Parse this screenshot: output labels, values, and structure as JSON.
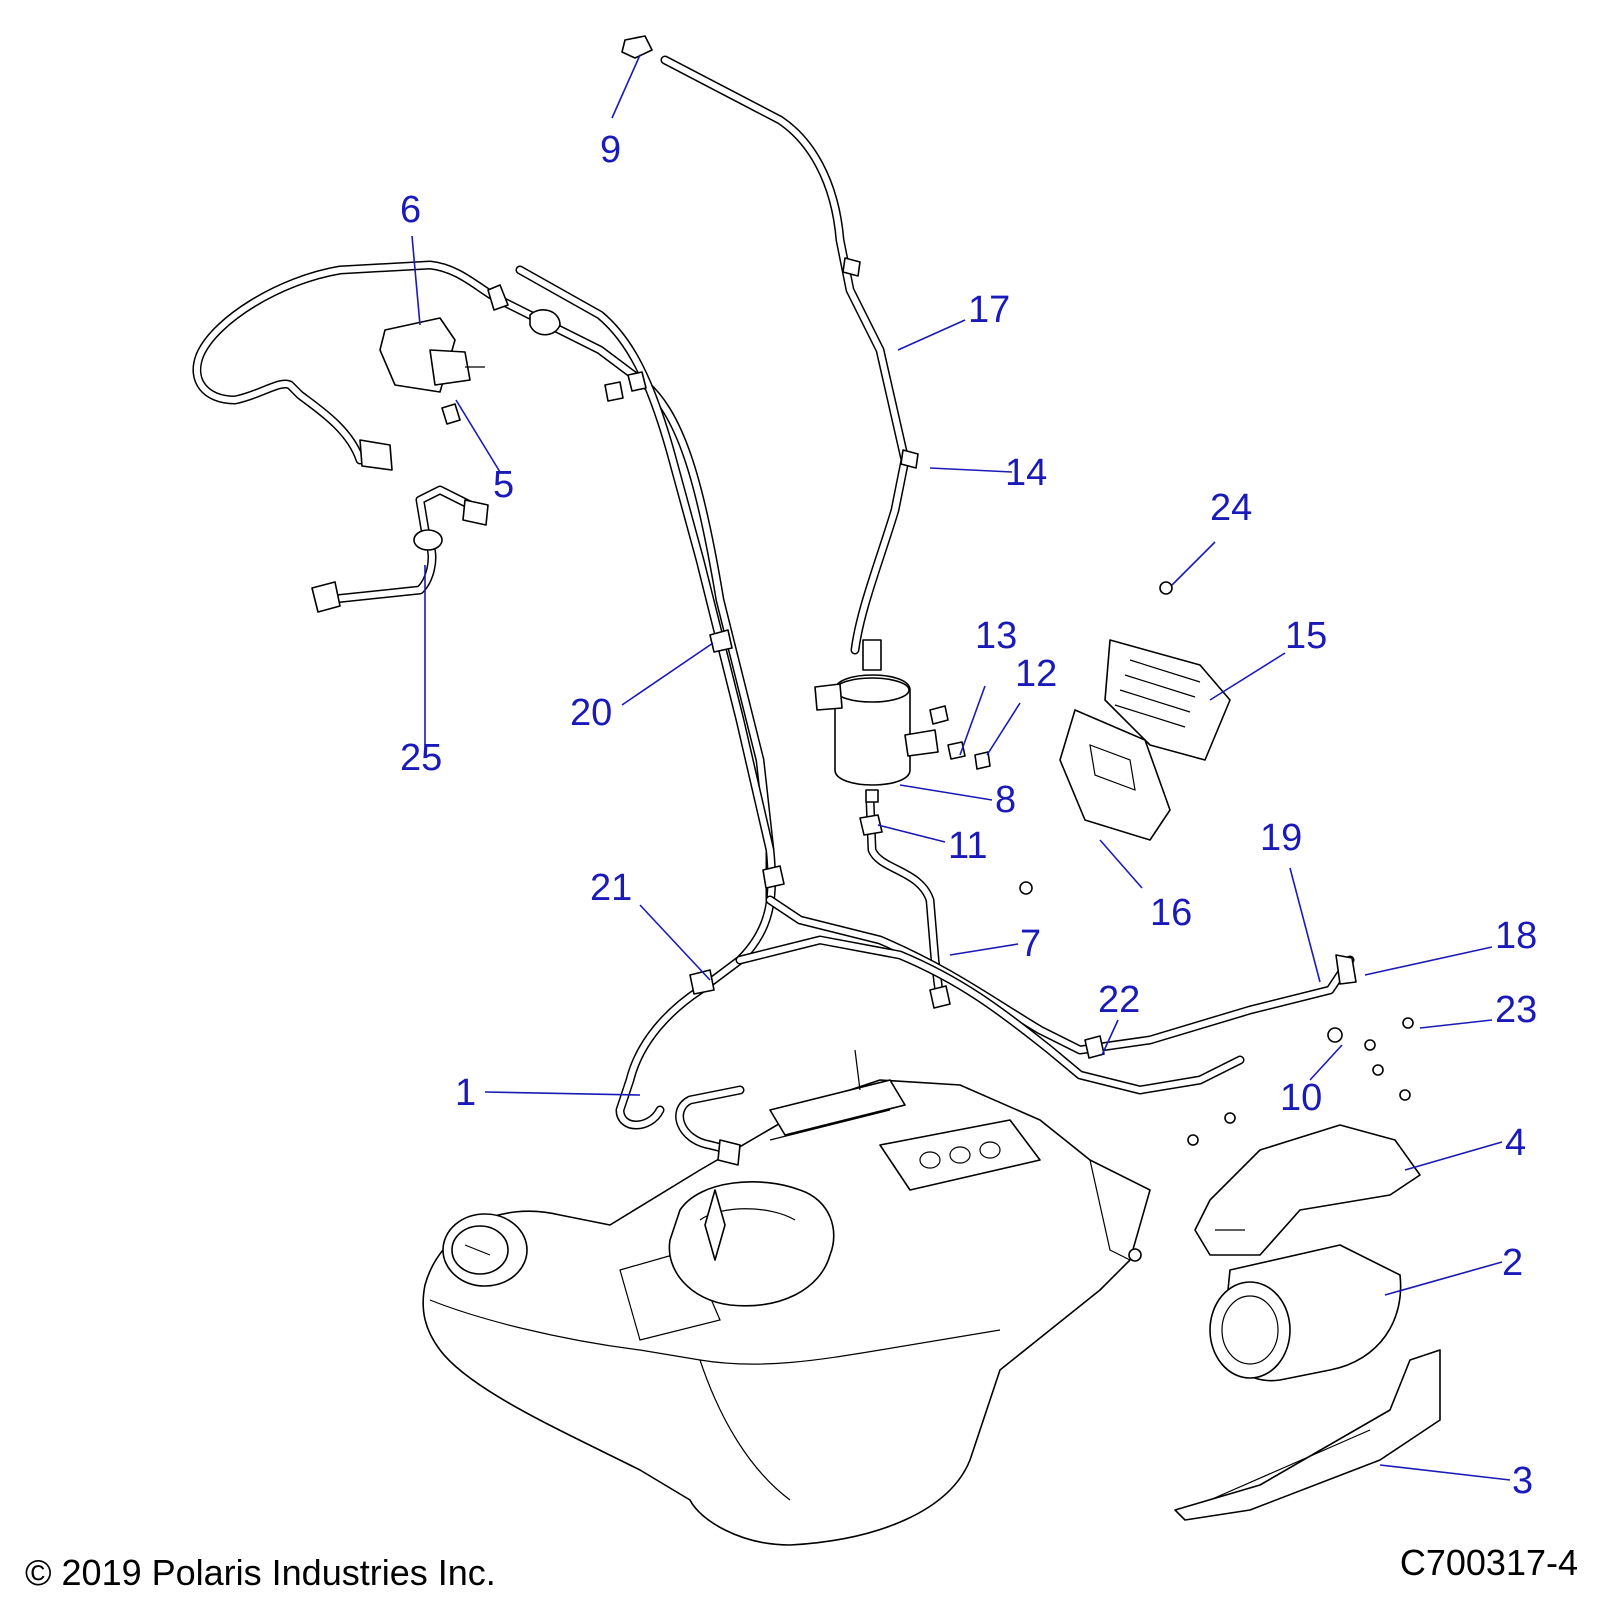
{
  "callouts": [
    "1",
    "2",
    "3",
    "4",
    "5",
    "6",
    "7",
    "8",
    "9",
    "10",
    "11",
    "12",
    "13",
    "14",
    "15",
    "16",
    "17",
    "18",
    "19",
    "20",
    "21",
    "22",
    "23",
    "24",
    "25"
  ],
  "copyright": "© 2019 Polaris Industries Inc.",
  "drawing_number": "C700317-4",
  "colors": {
    "callout": "#1a1ab8",
    "line": "#000000",
    "background": "#ffffff"
  }
}
